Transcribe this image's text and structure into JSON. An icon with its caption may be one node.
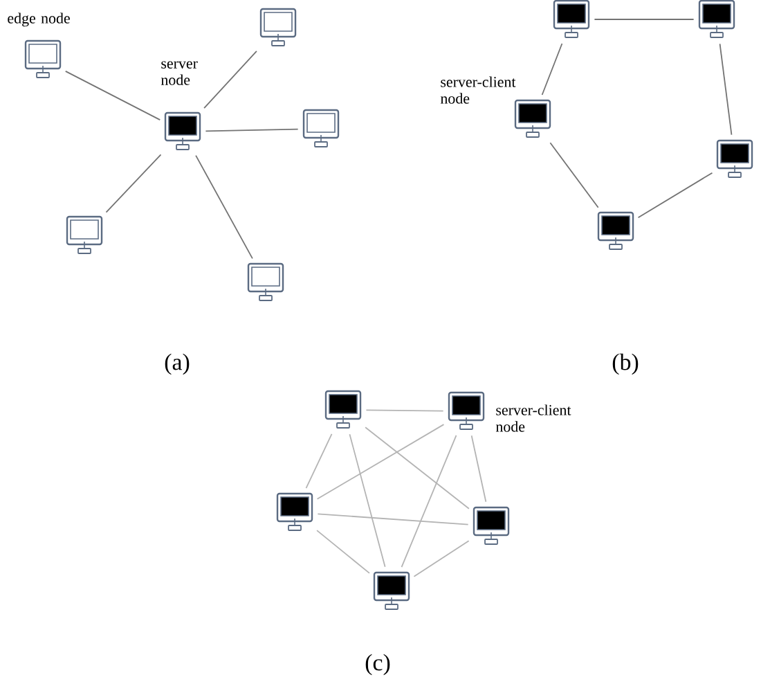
{
  "diagram": {
    "nodes": [
      {
        "text": [],
        "shape": "monitor",
        "beside": [
          "edge node"
        ]
      },
      {
        "text": [],
        "shape": "monitor",
        "beside": [
          "server node"
        ]
      },
      {
        "text": [],
        "shape": "monitor"
      },
      {
        "text": [],
        "shape": "monitor"
      },
      {
        "text": [],
        "shape": "monitor"
      },
      {
        "text": [],
        "shape": "monitor"
      },
      {
        "text": [],
        "shape": "monitor"
      },
      {
        "text": [],
        "shape": "monitor"
      },
      {
        "text": [],
        "shape": "monitor",
        "beside": [
          "server-client node"
        ]
      },
      {
        "text": [],
        "shape": "monitor"
      },
      {
        "text": [],
        "shape": "monitor"
      },
      {
        "text": [],
        "shape": "monitor"
      },
      {
        "text": [],
        "shape": "monitor",
        "beside": [
          "server-client node"
        ]
      },
      {
        "text": [],
        "shape": "monitor"
      },
      {
        "text": [],
        "shape": "monitor"
      },
      {
        "text": [],
        "shape": "monitor"
      }
    ],
    "edges": [
      {
        "from": 1,
        "to": 0,
        "arrow": "none"
      },
      {
        "from": 1,
        "to": 2,
        "arrow": "none"
      },
      {
        "from": 1,
        "to": 3,
        "arrow": "none"
      },
      {
        "from": 1,
        "to": 4,
        "arrow": "none"
      },
      {
        "from": 1,
        "to": 5,
        "arrow": "none"
      },
      {
        "from": 6,
        "to": 7,
        "arrow": "none"
      },
      {
        "from": 7,
        "to": 9,
        "arrow": "none"
      },
      {
        "from": 9,
        "to": 10,
        "arrow": "none"
      },
      {
        "from": 10,
        "to": 8,
        "arrow": "none"
      },
      {
        "from": 8,
        "to": 6,
        "arrow": "none"
      },
      {
        "from": 11,
        "to": 12,
        "arrow": "none",
        "color": "#b4b4b4"
      },
      {
        "from": 11,
        "to": 13,
        "arrow": "none",
        "color": "#b4b4b4"
      },
      {
        "from": 11,
        "to": 14,
        "arrow": "none",
        "color": "#b4b4b4"
      },
      {
        "from": 11,
        "to": 15,
        "arrow": "none",
        "color": "#b4b4b4"
      },
      {
        "from": 12,
        "to": 13,
        "arrow": "none",
        "color": "#b4b4b4"
      },
      {
        "from": 12,
        "to": 14,
        "arrow": "none",
        "color": "#b4b4b4"
      },
      {
        "from": 12,
        "to": 15,
        "arrow": "none",
        "color": "#b4b4b4"
      },
      {
        "from": 13,
        "to": 14,
        "arrow": "none",
        "color": "#b4b4b4"
      },
      {
        "from": 13,
        "to": 15,
        "arrow": "none",
        "color": "#b4b4b4"
      },
      {
        "from": 14,
        "to": 15,
        "arrow": "none",
        "color": "#b4b4b4"
      }
    ],
    "labels": [
      "(a)",
      "(b)",
      "(c)"
    ]
  }
}
